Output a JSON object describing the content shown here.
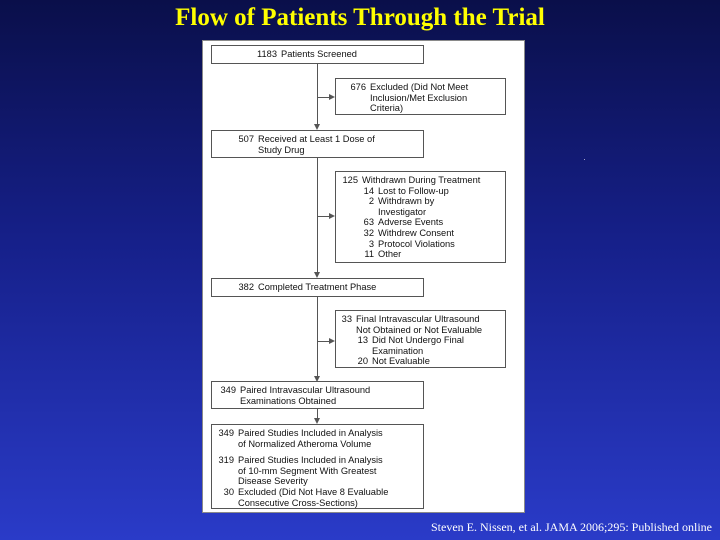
{
  "title": "Flow of Patients Through the Trial",
  "citation": "Steven E. Nissen, et al. JAMA 2006;295: Published online",
  "flow": {
    "screened": {
      "num": "1183",
      "text": "Patients Screened"
    },
    "excluded": {
      "num": "676",
      "lines": [
        "Excluded (Did Not Meet",
        "Inclusion/Met Exclusion",
        "Criteria)"
      ]
    },
    "received": {
      "num": "507",
      "lines": [
        "Received at Least 1 Dose of",
        "Study Drug"
      ]
    },
    "withdrawn": {
      "num": "125",
      "label": "Withdrawn During Treatment",
      "items": [
        {
          "num": "14",
          "lines": [
            "Lost to Follow-up"
          ]
        },
        {
          "num": "2",
          "lines": [
            "Withdrawn by",
            "Investigator"
          ]
        },
        {
          "num": "63",
          "lines": [
            "Adverse Events"
          ]
        },
        {
          "num": "32",
          "lines": [
            "Withdrew Consent"
          ]
        },
        {
          "num": "3",
          "lines": [
            "Protocol Violations"
          ]
        },
        {
          "num": "11",
          "lines": [
            "Other"
          ]
        }
      ]
    },
    "completed": {
      "num": "382",
      "text": "Completed Treatment Phase"
    },
    "final_ivus": {
      "num": "33",
      "lines": [
        "Final Intravascular Ultrasound",
        "Not Obtained or Not Evaluable"
      ],
      "items": [
        {
          "num": "13",
          "lines": [
            "Did Not Undergo Final",
            "Examination"
          ]
        },
        {
          "num": "20",
          "lines": [
            "Not Evaluable"
          ]
        }
      ]
    },
    "paired": {
      "num": "349",
      "lines": [
        "Paired Intravascular Ultrasound",
        "Examinations Obtained"
      ]
    },
    "analysis": [
      {
        "num": "349",
        "lines": [
          "Paired Studies Included in Analysis",
          "of Normalized Atheroma Volume"
        ],
        "level": 0
      },
      {
        "num": "319",
        "lines": [
          "Paired Studies Included in Analysis",
          "of 10-mm Segment With Greatest",
          "Disease Severity"
        ],
        "level": 0
      },
      {
        "num": "30",
        "lines": [
          "Excluded (Did Not Have 8 Evaluable",
          "Consecutive Cross-Sections)"
        ],
        "level": 1
      }
    ]
  }
}
